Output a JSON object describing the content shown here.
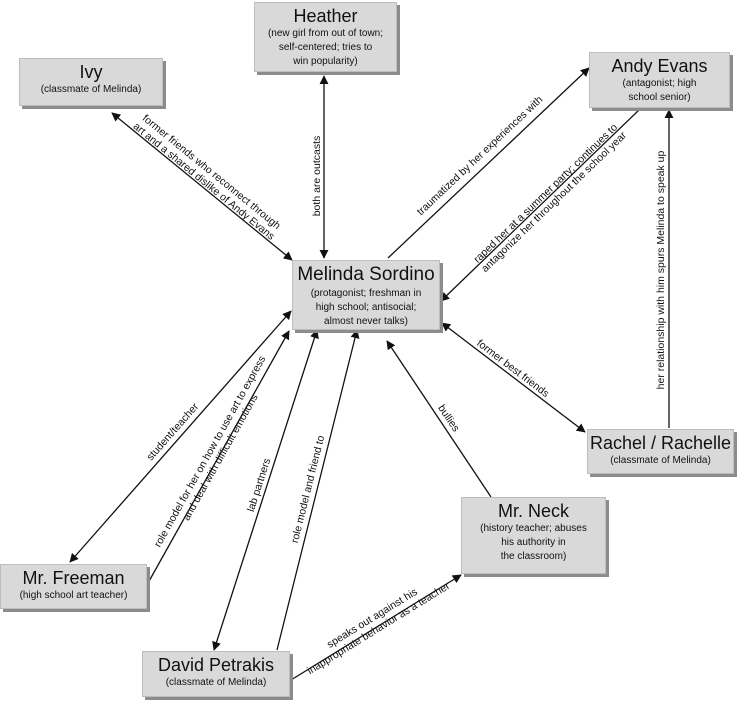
{
  "nodes": {
    "heather": {
      "name": "Heather",
      "desc": [
        "(new girl from out of town;",
        "self-centered; tries to",
        "win popularity)"
      ]
    },
    "ivy": {
      "name": "Ivy",
      "desc": [
        "(classmate of Melinda)"
      ]
    },
    "andy": {
      "name": "Andy Evans",
      "desc": [
        "(antagonist; high",
        "school senior)"
      ]
    },
    "melinda": {
      "name": "Melinda Sordino",
      "desc": [
        "(protagonist; freshman in",
        "high school; antisocial;",
        "almost never talks)"
      ]
    },
    "rachel": {
      "name": "Rachel / Rachelle",
      "desc": [
        "(classmate of Melinda)"
      ]
    },
    "neck": {
      "name": "Mr. Neck",
      "desc": [
        "(history teacher; abuses",
        "his authority in",
        "the classroom)"
      ]
    },
    "freeman": {
      "name": "Mr. Freeman",
      "desc": [
        "(high school art teacher)"
      ]
    },
    "david": {
      "name": "David Petrakis",
      "desc": [
        "(classmate of Melinda)"
      ]
    }
  },
  "edges": {
    "ivy_melinda": [
      "former friends who reconnect through",
      "art and a shared dislike of Andy Evans"
    ],
    "heather_melinda": [
      "both are outcasts"
    ],
    "melinda_andy_trauma": [
      "traumatized by her experiences with"
    ],
    "andy_melinda": [
      "raped her at a summer party; continues to",
      "antagonize her throughout the school year"
    ],
    "rachel_andy": [
      "her relationship with him spurs Melinda to speak up"
    ],
    "melinda_rachel": [
      "former best friends"
    ],
    "neck_melinda": [
      "bullies"
    ],
    "freeman_student": [
      "student/teacher"
    ],
    "freeman_role": [
      "role model for her on how to use art to express",
      "and deal with difficult emotions"
    ],
    "david_lab": [
      "lab partners"
    ],
    "david_role": [
      "role model and friend to"
    ],
    "david_neck": [
      "speaks out against his",
      "inappropriate behavior as a teacher"
    ]
  }
}
